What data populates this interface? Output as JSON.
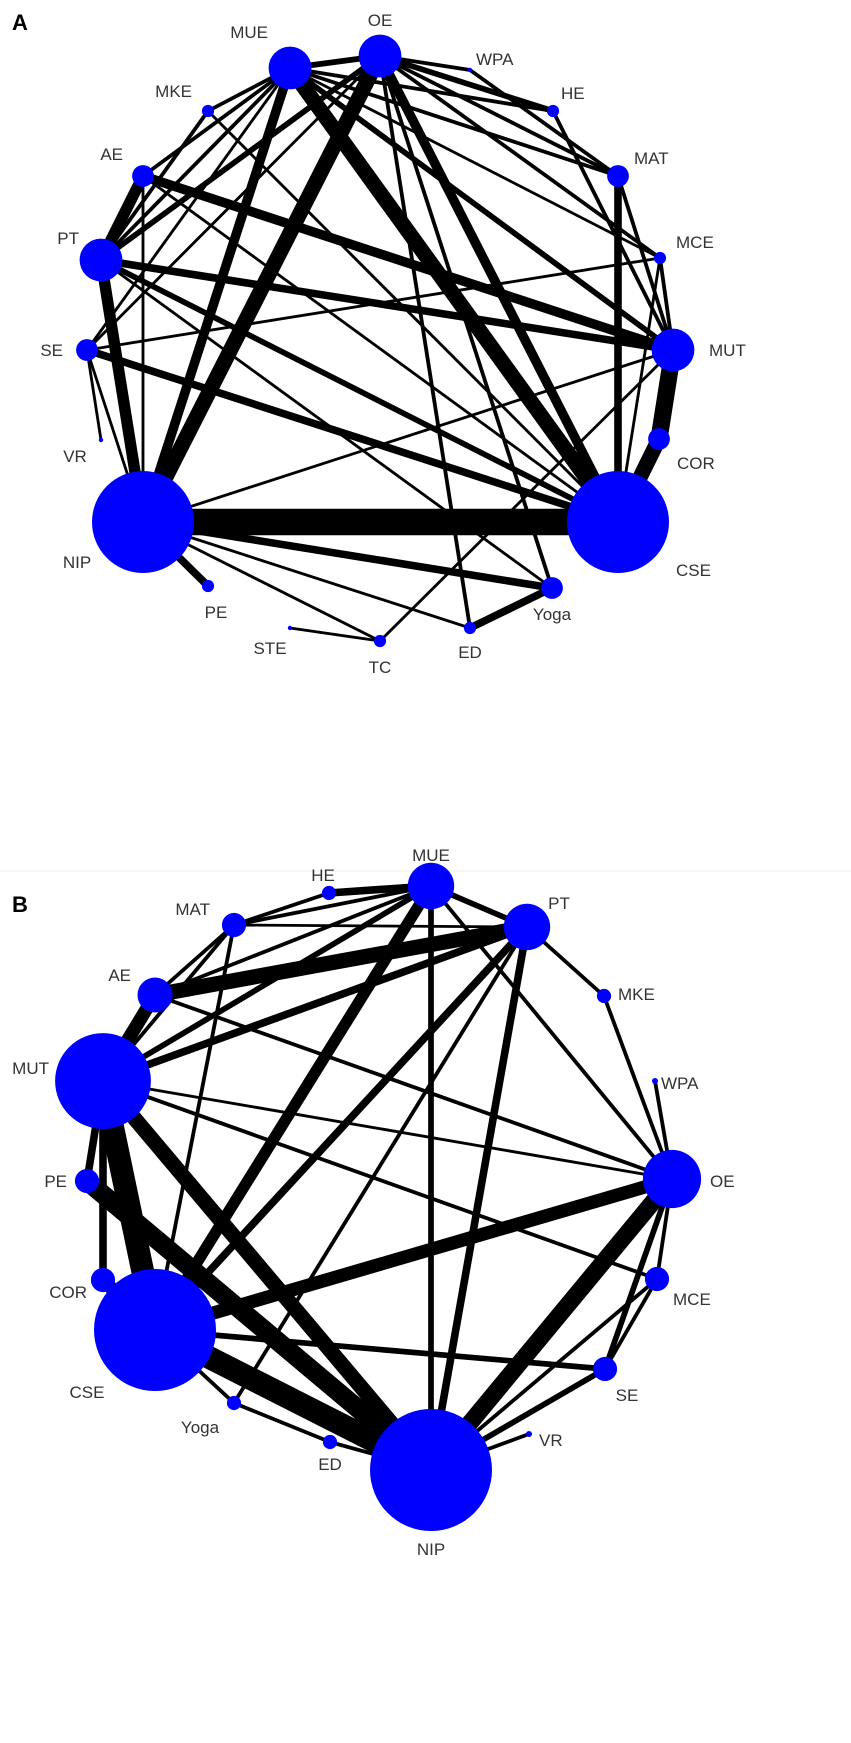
{
  "colors": {
    "node": "#0000ff",
    "edge": "#000000",
    "label": "#333333"
  },
  "panels": [
    {
      "letter": "A",
      "nodes": [
        {
          "id": "OE",
          "label": "OE",
          "weight": 5
        },
        {
          "id": "WPA",
          "label": "WPA",
          "weight": 1
        },
        {
          "id": "HE",
          "label": "HE",
          "weight": 2
        },
        {
          "id": "MAT",
          "label": "MAT",
          "weight": 3
        },
        {
          "id": "MCE",
          "label": "MCE",
          "weight": 2
        },
        {
          "id": "MUT",
          "label": "MUT",
          "weight": 5
        },
        {
          "id": "COR",
          "label": "COR",
          "weight": 3
        },
        {
          "id": "CSE",
          "label": "CSE",
          "weight": 10
        },
        {
          "id": "Yoga",
          "label": "Yoga",
          "weight": 3
        },
        {
          "id": "ED",
          "label": "ED",
          "weight": 2
        },
        {
          "id": "TC",
          "label": "TC",
          "weight": 2
        },
        {
          "id": "STE",
          "label": "STE",
          "weight": 1
        },
        {
          "id": "PE",
          "label": "PE",
          "weight": 2
        },
        {
          "id": "NIP",
          "label": "NIP",
          "weight": 10
        },
        {
          "id": "VR",
          "label": "VR",
          "weight": 1
        },
        {
          "id": "SE",
          "label": "SE",
          "weight": 3
        },
        {
          "id": "PT",
          "label": "PT",
          "weight": 5
        },
        {
          "id": "AE",
          "label": "AE",
          "weight": 3
        },
        {
          "id": "MKE",
          "label": "MKE",
          "weight": 2
        },
        {
          "id": "MUE",
          "label": "MUE",
          "weight": 5
        }
      ],
      "edges": [
        [
          "NIP",
          "CSE",
          14
        ],
        [
          "MUE",
          "CSE",
          8
        ],
        [
          "MUT",
          "COR",
          9
        ],
        [
          "COR",
          "CSE",
          8
        ],
        [
          "PT",
          "NIP",
          6
        ],
        [
          "AE",
          "PT",
          6
        ],
        [
          "OE",
          "NIP",
          8
        ],
        [
          "MUE",
          "NIP",
          5
        ],
        [
          "AE",
          "MUT",
          5
        ],
        [
          "OE",
          "CSE",
          5
        ],
        [
          "PT",
          "MUT",
          4
        ],
        [
          "MAT",
          "CSE",
          4
        ],
        [
          "Yoga",
          "ED",
          4
        ],
        [
          "NIP",
          "Yoga",
          4
        ],
        [
          "SE",
          "CSE",
          4
        ],
        [
          "PT",
          "CSE",
          3
        ],
        [
          "MUE",
          "OE",
          3
        ],
        [
          "OE",
          "HE",
          3
        ],
        [
          "MUE",
          "MUT",
          3
        ],
        [
          "PT",
          "OE",
          3
        ],
        [
          "PE",
          "NIP",
          4
        ],
        [
          "MUE",
          "AE",
          2
        ],
        [
          "MKE",
          "PT",
          2
        ],
        [
          "OE",
          "WPA",
          2
        ],
        [
          "MUE",
          "HE",
          2
        ],
        [
          "MUE",
          "MAT",
          2
        ],
        [
          "OE",
          "MCE",
          2
        ],
        [
          "OE",
          "MAT",
          2
        ],
        [
          "WPA",
          "MAT",
          2
        ],
        [
          "MAT",
          "MUT",
          2
        ],
        [
          "MCE",
          "MUT",
          2
        ],
        [
          "HE",
          "MUT",
          2
        ],
        [
          "OE",
          "ED",
          2
        ],
        [
          "SE",
          "MCE",
          1.5
        ],
        [
          "SE",
          "OE",
          1.5
        ],
        [
          "SE",
          "VR",
          1.5
        ],
        [
          "SE",
          "NIP",
          1.5
        ],
        [
          "AE",
          "CSE",
          1.5
        ],
        [
          "MKE",
          "CSE",
          1.5
        ],
        [
          "MUE",
          "SE",
          1.5
        ],
        [
          "NIP",
          "TC",
          1.5
        ],
        [
          "STE",
          "TC",
          1.5
        ],
        [
          "NIP",
          "ED",
          1.5
        ],
        [
          "NIP",
          "MUT",
          1.5
        ],
        [
          "PT",
          "Yoga",
          1.5
        ],
        [
          "TC",
          "MUT",
          1.5
        ],
        [
          "CSE",
          "MCE",
          1.5
        ],
        [
          "MUE",
          "MCE",
          1.5
        ],
        [
          "AE",
          "NIP",
          1.5
        ],
        [
          "MKE",
          "MUE",
          2
        ],
        [
          "PT",
          "MUE",
          2
        ],
        [
          "OE",
          "Yoga",
          2
        ]
      ]
    },
    {
      "letter": "B",
      "nodes": [
        {
          "id": "MUE",
          "label": "MUE",
          "weight": 5
        },
        {
          "id": "PT",
          "label": "PT",
          "weight": 5
        },
        {
          "id": "MKE",
          "label": "MKE",
          "weight": 2
        },
        {
          "id": "WPA",
          "label": "WPA",
          "weight": 1
        },
        {
          "id": "OE",
          "label": "OE",
          "weight": 6
        },
        {
          "id": "MCE",
          "label": "MCE",
          "weight": 3
        },
        {
          "id": "SE",
          "label": "SE",
          "weight": 3
        },
        {
          "id": "VR",
          "label": "VR",
          "weight": 1
        },
        {
          "id": "NIP",
          "label": "NIP",
          "weight": 11
        },
        {
          "id": "ED",
          "label": "ED",
          "weight": 2
        },
        {
          "id": "Yoga",
          "label": "Yoga",
          "weight": 2
        },
        {
          "id": "CSE",
          "label": "CSE",
          "weight": 11
        },
        {
          "id": "COR",
          "label": "COR",
          "weight": 3
        },
        {
          "id": "PE",
          "label": "PE",
          "weight": 3
        },
        {
          "id": "MUT",
          "label": "MUT",
          "weight": 9
        },
        {
          "id": "AE",
          "label": "AE",
          "weight": 4
        },
        {
          "id": "MAT",
          "label": "MAT",
          "weight": 3
        },
        {
          "id": "HE",
          "label": "HE",
          "weight": 2
        }
      ],
      "edges": [
        [
          "MUT",
          "CSE",
          12
        ],
        [
          "CSE",
          "NIP",
          12
        ],
        [
          "PE",
          "NIP",
          10
        ],
        [
          "MUT",
          "NIP",
          8
        ],
        [
          "OE",
          "NIP",
          9
        ],
        [
          "AE",
          "PT",
          8
        ],
        [
          "MUT",
          "AE",
          7
        ],
        [
          "COR",
          "CSE",
          7
        ],
        [
          "MUT",
          "PE",
          4
        ],
        [
          "MUT",
          "COR",
          4
        ],
        [
          "CSE",
          "OE",
          7
        ],
        [
          "MUE",
          "CSE",
          6
        ],
        [
          "PT",
          "CSE",
          4
        ],
        [
          "PT",
          "MUT",
          4
        ],
        [
          "MUE",
          "MUT",
          3
        ],
        [
          "MUE",
          "PT",
          3
        ],
        [
          "HE",
          "MUE",
          4
        ],
        [
          "PT",
          "NIP",
          4
        ],
        [
          "MUE",
          "NIP",
          3
        ],
        [
          "CSE",
          "SE",
          3
        ],
        [
          "SE",
          "NIP",
          3
        ],
        [
          "OE",
          "SE",
          3
        ],
        [
          "OE",
          "MCE",
          2
        ],
        [
          "MCE",
          "SE",
          2
        ],
        [
          "MCE",
          "NIP",
          2
        ],
        [
          "PT",
          "MKE",
          2
        ],
        [
          "MKE",
          "OE",
          2
        ],
        [
          "WPA",
          "OE",
          2
        ],
        [
          "MUT",
          "MCE",
          2
        ],
        [
          "MAT",
          "MUT",
          2
        ],
        [
          "AE",
          "MAT",
          2
        ],
        [
          "MAT",
          "HE",
          2
        ],
        [
          "MAT",
          "MUE",
          2
        ],
        [
          "MAT",
          "CSE",
          2
        ],
        [
          "AE",
          "OE",
          2
        ],
        [
          "MUE",
          "OE",
          2
        ],
        [
          "PT",
          "Yoga",
          2
        ],
        [
          "CSE",
          "Yoga",
          2
        ],
        [
          "Yoga",
          "ED",
          2
        ],
        [
          "ED",
          "NIP",
          2
        ],
        [
          "VR",
          "NIP",
          2
        ],
        [
          "MUE",
          "AE",
          2
        ],
        [
          "MAT",
          "PT",
          1.5
        ],
        [
          "MUT",
          "OE",
          1.5
        ]
      ]
    }
  ]
}
